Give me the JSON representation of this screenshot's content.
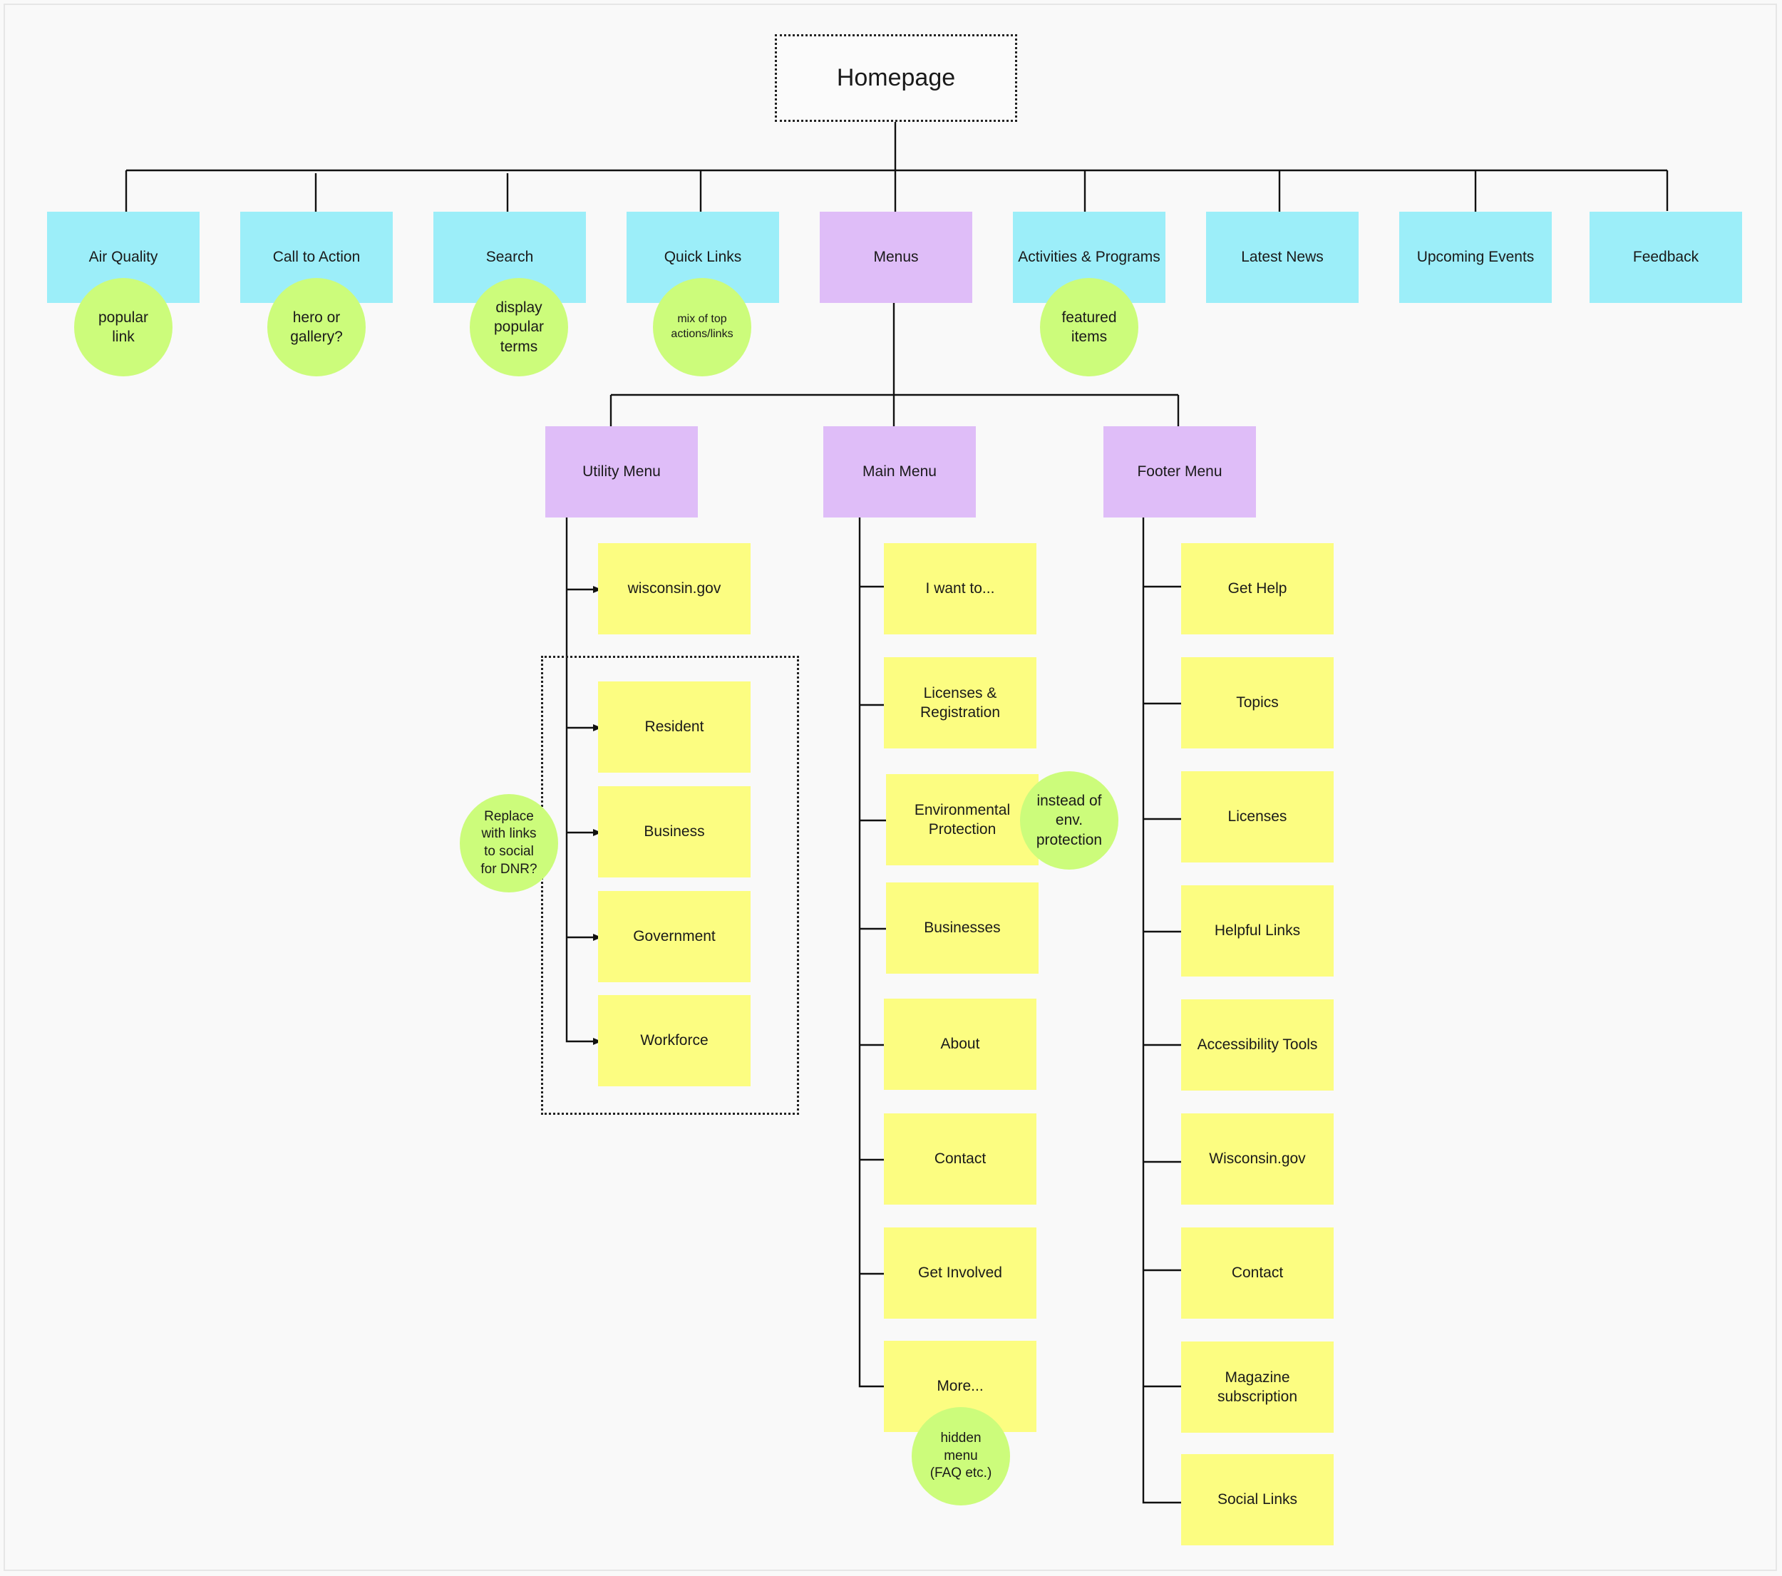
{
  "diagram": {
    "root": {
      "label": "Homepage"
    },
    "top_level": [
      {
        "id": "air-quality",
        "label": "Air Quality",
        "color": "#9ceef9"
      },
      {
        "id": "call-to-action",
        "label": "Call to Action",
        "color": "#9ceef9"
      },
      {
        "id": "search",
        "label": "Search",
        "color": "#9ceef9"
      },
      {
        "id": "quick-links",
        "label": "Quick Links",
        "color": "#9ceef9"
      },
      {
        "id": "menus",
        "label": "Menus",
        "color": "#dfbdf8"
      },
      {
        "id": "activities-programs",
        "label": "Activities & Programs",
        "color": "#9ceef9"
      },
      {
        "id": "latest-news",
        "label": "Latest News",
        "color": "#9ceef9"
      },
      {
        "id": "upcoming-events",
        "label": "Upcoming Events",
        "color": "#9ceef9"
      },
      {
        "id": "feedback",
        "label": "Feedback",
        "color": "#9ceef9"
      }
    ],
    "menus": [
      {
        "id": "utility-menu",
        "label": "Utility Menu",
        "color": "#dfbdf8"
      },
      {
        "id": "main-menu",
        "label": "Main Menu",
        "color": "#dfbdf8"
      },
      {
        "id": "footer-menu",
        "label": "Footer Menu",
        "color": "#dfbdf8"
      }
    ],
    "utility_items": [
      "wisconsin.gov",
      "Resident",
      "Business",
      "Government",
      "Workforce"
    ],
    "main_items": [
      "I want to...",
      "Licenses &\nRegistration",
      "Environmental\nProtection",
      "Businesses",
      "About",
      "Contact",
      "Get Involved",
      "More..."
    ],
    "footer_items": [
      "Get Help",
      "Topics",
      "Licenses",
      "Helpful Links",
      "Accessibility Tools",
      "Wisconsin.gov",
      "Contact",
      "Magazine\nsubscription",
      "Social Links"
    ],
    "notes": {
      "air_quality": "popular\nlink",
      "call_to_action": "hero or\ngallery?",
      "search": "display\npopular\nterms",
      "quick_links": "mix of top\nactions/links",
      "activities": "featured\nitems",
      "utility_replace": "Replace\nwith links\nto social\nfor DNR?",
      "environmental": "instead of\nenv.\nprotection",
      "more": "hidden\nmenu\n(FAQ etc.)"
    },
    "colors": {
      "top_level": "#9ceef9",
      "menu": "#dfbdf8",
      "item": "#fcfd81",
      "note": "#ccfc7b",
      "line": "#111111"
    }
  }
}
